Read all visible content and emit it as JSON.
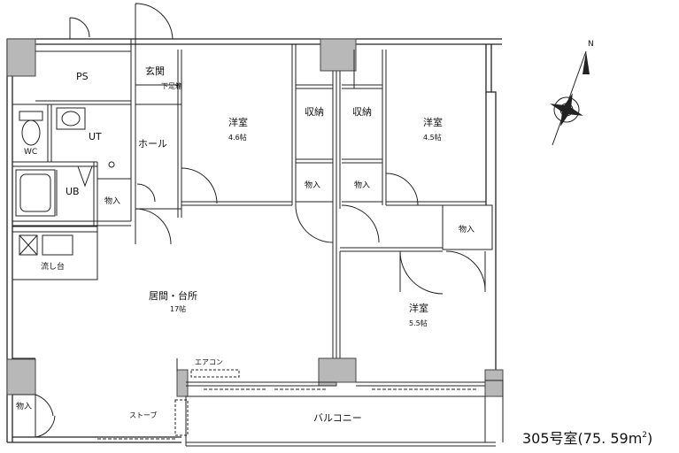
{
  "rooms": {
    "ps": "PS",
    "genkan": "玄関",
    "shoe_box": "下足箱",
    "hall": "ホール",
    "ut": "UT",
    "wc": "WC",
    "ub": "UB",
    "storage_hall": "物入",
    "sink": "流し台",
    "living": {
      "name": "居間・台所",
      "size": "17帖"
    },
    "room1": {
      "name": "洋室",
      "size": "4.6帖"
    },
    "room2": {
      "name": "洋室",
      "size": "4.5帖"
    },
    "room3": {
      "name": "洋室",
      "size": "5.5帖"
    },
    "closet1": "収納",
    "closet2": "収納",
    "storage1": "物入",
    "storage2": "物入",
    "storage3": "物入",
    "storage4": "物入",
    "aircon": "エアコン",
    "stove": "ストーブ",
    "balcony": "バルコニー"
  },
  "compass": {
    "north": "N"
  },
  "unit": {
    "number": "305号室",
    "area_open": "(",
    "area": "75. 59m",
    "area_sup": "2",
    "area_close": ")"
  }
}
